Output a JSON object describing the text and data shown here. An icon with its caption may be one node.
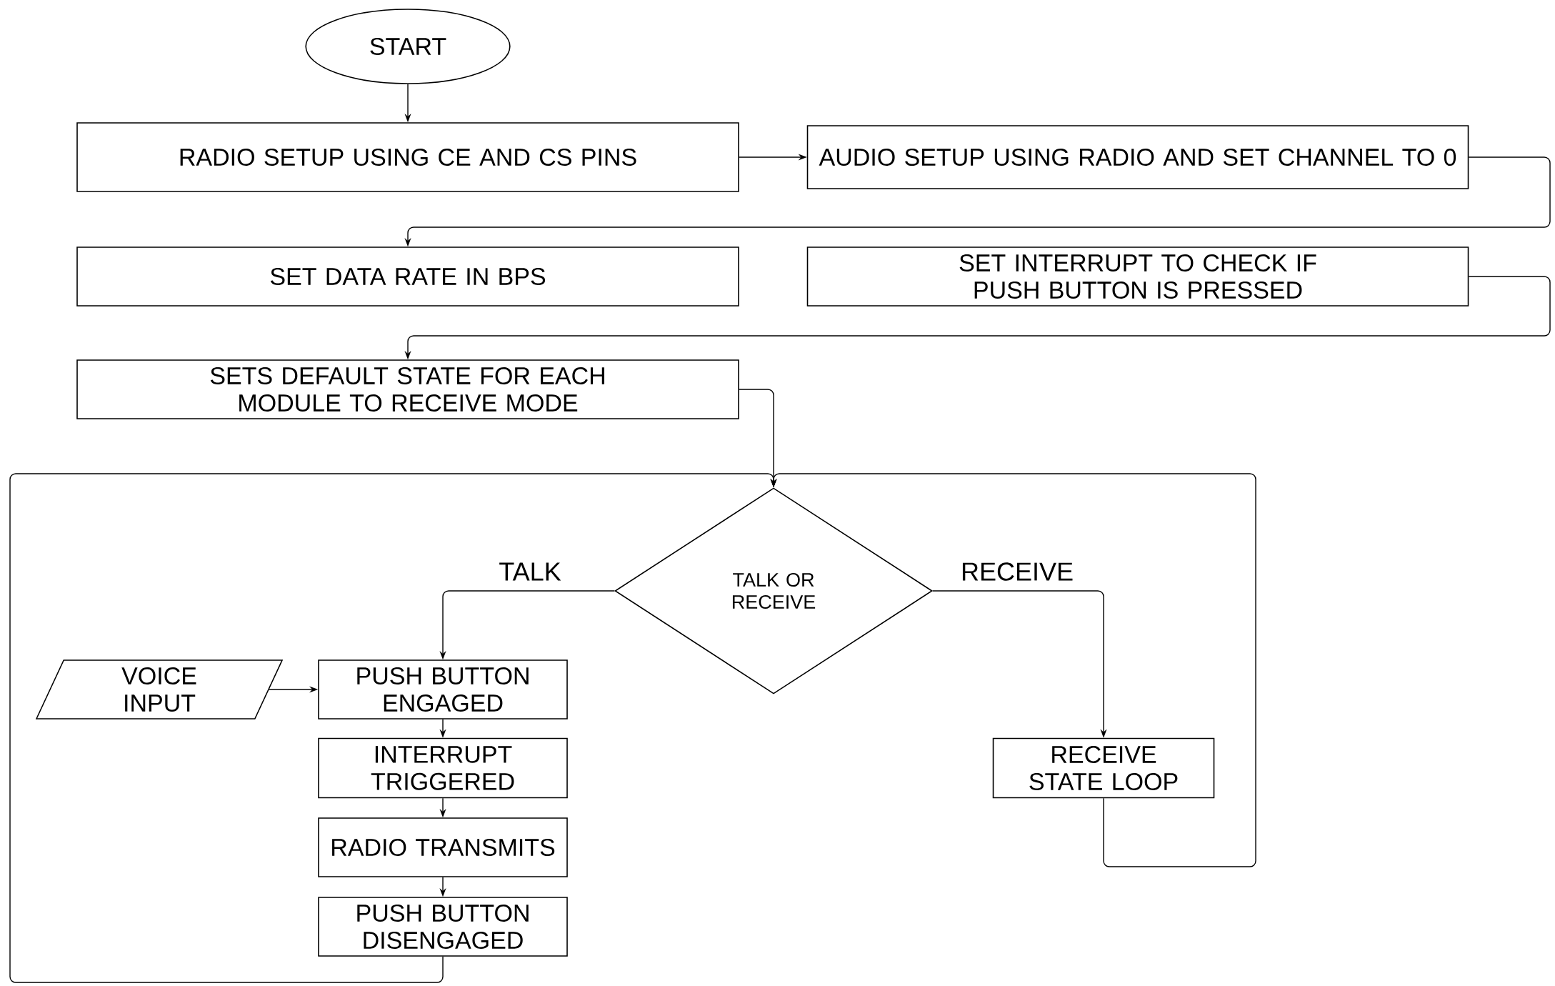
{
  "diagram": {
    "nodes": [
      {
        "text": [
          "START"
        ]
      },
      {
        "text": [
          "RADIO SETUP USING CE AND CS PINS"
        ]
      },
      {
        "text": [
          "AUDIO SETUP USING RADIO AND SET CHANNEL TO 0"
        ]
      },
      {
        "text": [
          "SET DATA RATE IN BPS"
        ]
      },
      {
        "text": [
          "SET INTERRUPT TO CHECK IF PUSH BUTTON IS PRESSED"
        ]
      },
      {
        "text": [
          "SETS DEFAULT STATE FOR EACH MODULE TO RECEIVE MODE"
        ]
      },
      {
        "text": [
          "TALK OR RECEIVE"
        ]
      },
      {
        "text": [
          "VOICE INPUT"
        ]
      },
      {
        "text": [
          "PUSH BUTTON ENGAGED"
        ]
      },
      {
        "text": [
          "INTERRUPT TRIGGERED"
        ]
      },
      {
        "text": [
          "RADIO TRANSMITS"
        ]
      },
      {
        "text": [
          "PUSH BUTTON DISENGAGED"
        ]
      },
      {
        "text": [
          "RECEIVE STATE LOOP"
        ]
      }
    ],
    "edges": [
      {
        "from": 0,
        "to": 1,
        "arrow": "to"
      },
      {
        "from": 1,
        "to": 2,
        "arrow": "to"
      },
      {
        "from": 2,
        "to": 3,
        "arrow": "to"
      },
      {
        "from": 4,
        "to": 5,
        "arrow": "to"
      },
      {
        "from": 5,
        "to": 6,
        "arrow": "to"
      },
      {
        "from": 6,
        "to": 8,
        "arrow": "to",
        "label": "TALK"
      },
      {
        "from": 6,
        "to": 12,
        "arrow": "to",
        "label": "RECEIVE"
      },
      {
        "from": 7,
        "to": 8,
        "arrow": "to"
      },
      {
        "from": 8,
        "to": 9,
        "arrow": "to"
      },
      {
        "from": 9,
        "to": 10,
        "arrow": "to"
      },
      {
        "from": 10,
        "to": 11,
        "arrow": "to"
      },
      {
        "from": 11,
        "to": 6,
        "arrow": "to"
      },
      {
        "from": 12,
        "to": 6,
        "arrow": "to"
      }
    ]
  }
}
